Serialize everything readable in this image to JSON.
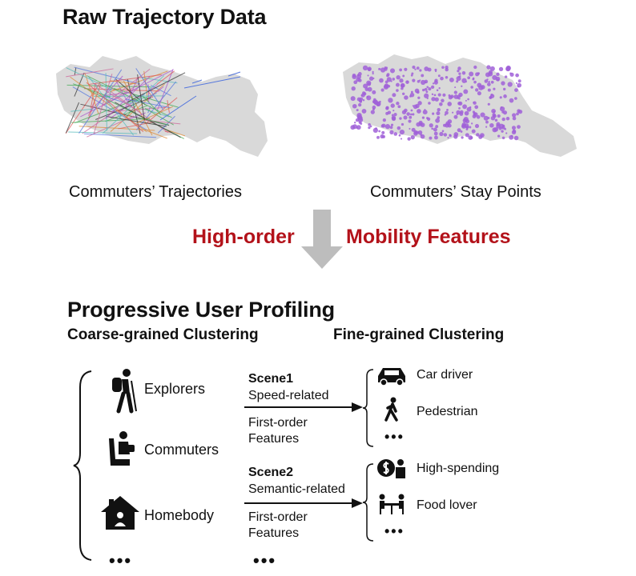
{
  "top": {
    "title": "Raw Trajectory Data",
    "left_caption": "Commuters’ Trajectories",
    "right_caption": "Commuters’ Stay Points",
    "arrow_left_label": "High-order",
    "arrow_right_label": "Mobility Features"
  },
  "bottom": {
    "title": "Progressive User Profiling",
    "coarse_heading": "Coarse-grained Clustering",
    "fine_heading": "Fine-grained Clustering",
    "coarse_items": [
      "Explorers",
      "Commuters",
      "Homebody"
    ],
    "ellipsis": "•••",
    "scene1": {
      "title": "Scene1",
      "subtitle": "Speed-related",
      "features_line1": "First-order",
      "features_line2": "Features",
      "results": [
        "Car driver",
        "Pedestrian"
      ]
    },
    "scene2": {
      "title": "Scene2",
      "subtitle": "Semantic-related",
      "features_line1": "First-order",
      "features_line2": "Features",
      "results": [
        "High-spending",
        "Food lover"
      ]
    }
  },
  "colors": {
    "map_fill": "#d9d9d9",
    "stay_points": "#a060d8",
    "accent_red": "#b3121a",
    "arrow_gray": "#bdbdbd"
  }
}
